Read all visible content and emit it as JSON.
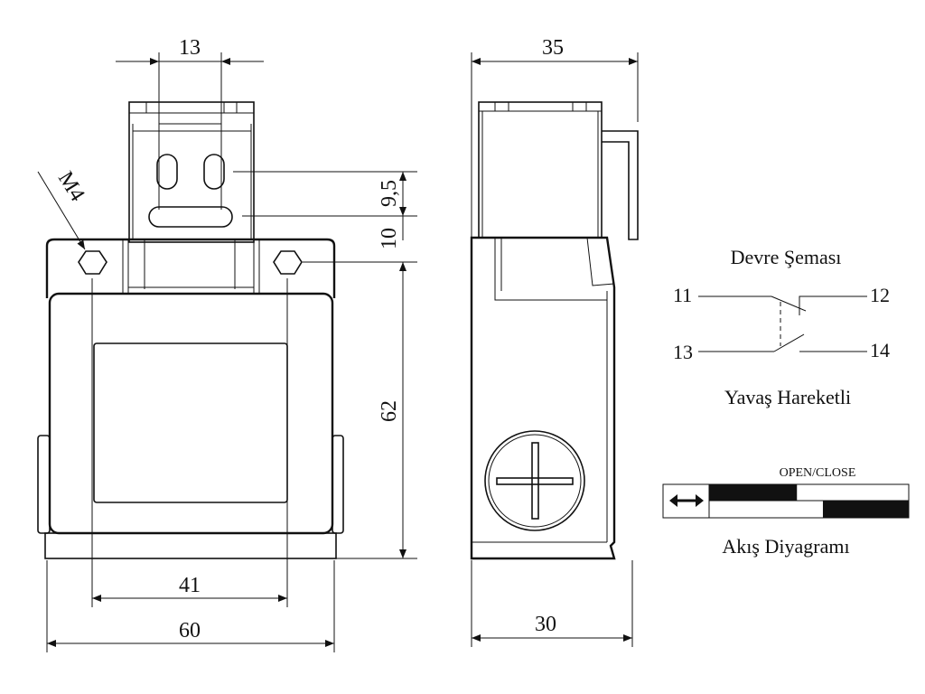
{
  "front_view": {
    "dim_slot_spacing": "13",
    "dim_slot_height": "9,5",
    "dim_slot_to_hole": "10",
    "dim_body_height": "62",
    "dim_hole_spacing": "41",
    "dim_body_width": "60",
    "thread_label": "M4"
  },
  "side_view": {
    "dim_top_depth": "35",
    "dim_base_depth": "30"
  },
  "circuit": {
    "title": "Devre Şeması",
    "terminals": [
      "11",
      "12",
      "13",
      "14"
    ],
    "subtitle": "Yavaş Hareketli"
  },
  "flow": {
    "header": "OPEN/CLOSE",
    "title": "Akış Diyagramı",
    "arrow_icon": "double-arrow-icon",
    "row1_closed_fraction": 0.44,
    "row2_closed_start_fraction": 0.57
  }
}
